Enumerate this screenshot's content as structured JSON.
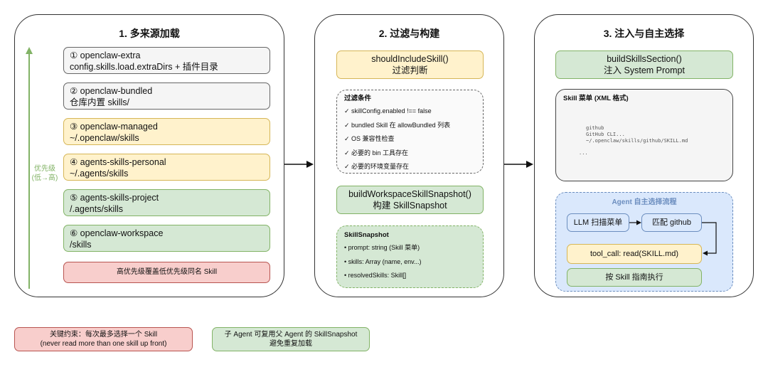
{
  "panel1": {
    "title": "1. 多来源加载",
    "sources": [
      {
        "line1": "① openclaw-extra",
        "line2": "config.skills.load.extraDirs + 插件目录"
      },
      {
        "line1": "② openclaw-bundled",
        "line2": "仓库内置 skills/"
      },
      {
        "line1": "③ openclaw-managed",
        "line2": "~/.openclaw/skills"
      },
      {
        "line1": "④ agents-skills-personal",
        "line2": "~/.agents/skills"
      },
      {
        "line1": "⑤ agents-skills-project",
        "line2": "/.agents/skills"
      },
      {
        "line1": "⑥ openclaw-workspace",
        "line2": "/skills"
      }
    ],
    "override_note": "高优先级覆盖低优先级同名 Skill",
    "priority_label_1": "优先级",
    "priority_label_2": "(低→高)"
  },
  "panel2": {
    "title": "2. 过滤与构建",
    "filter_func": "shouldIncludeSkill()",
    "filter_desc": "过滤判断",
    "conditions_title": "过滤条件",
    "conditions": [
      "✓ skillConfig.enabled !== false",
      "✓ bundled Skill 在 allowBundled 列表",
      "✓ OS 兼容性检查",
      "✓ 必要的 bin 工具存在",
      "✓ 必要的环境变量存在"
    ],
    "build_func": "buildWorkspaceSkillSnapshot()",
    "build_desc": "构建 SkillSnapshot",
    "snapshot_title": "SkillSnapshot",
    "snapshot_fields": [
      "• prompt: string (Skill 菜单)",
      "• skills: Array (name, env...)",
      "• resolvedSkills: Skill[]"
    ]
  },
  "panel3": {
    "title": "3. 注入与自主选择",
    "inject_func": "buildSkillsSection()",
    "inject_desc": "注入 System Prompt",
    "menu_title": "Skill 菜单 (XML 格式)",
    "menu_lines": [
      "github",
      "GitHub CLI...",
      "~/.openclaw/skills/github/SKILL.md",
      "..."
    ],
    "agent_title": "Agent 自主选择流程",
    "step_scan": "LLM 扫描菜单",
    "step_match": "匹配 github",
    "step_read": "tool_call: read(SKILL.md)",
    "step_exec": "按 Skill 指南执行"
  },
  "notes": {
    "constraint_1": "关键约束：每次最多选择一个 Skill",
    "constraint_2": "(never read more than one skill up front)",
    "reuse_1": "子 Agent 可复用父 Agent 的 SkillSnapshot",
    "reuse_2": "避免重复加载"
  },
  "colors": {
    "gray": "#f5f5f5",
    "yellow": "#fff2cc",
    "green": "#d5e8d4",
    "red": "#f8cecc",
    "blue": "#dae8fc",
    "priority_arrow": "#82b366"
  }
}
